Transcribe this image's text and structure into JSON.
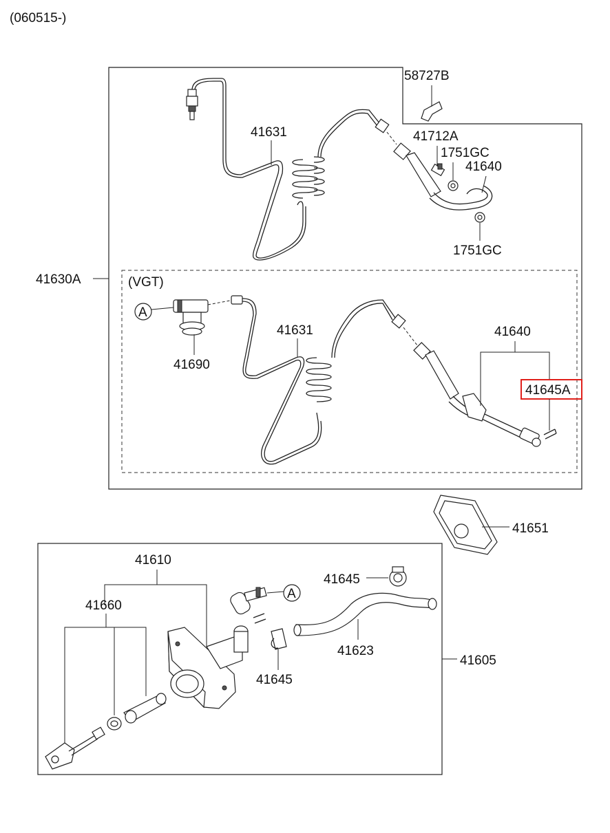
{
  "header": {
    "serial_range": "(060515-)"
  },
  "upper_group": {
    "label": "41630A",
    "vgt_label": "(VGT)"
  },
  "lower_group": {
    "label": "41605"
  },
  "callouts": {
    "c58727B": "58727B",
    "c41631_top": "41631",
    "c41712A": "41712A",
    "c1751GC_top": "1751GC",
    "c41640_top": "41640",
    "c1751GC_bottom": "1751GC",
    "c41631_vgt": "41631",
    "c41640_vgt": "41640",
    "c41690": "41690",
    "c41645A": "41645A",
    "c41651": "41651",
    "c41610": "41610",
    "c41660": "41660",
    "c41645_right": "41645",
    "c41645_mid": "41645",
    "c41623": "41623"
  },
  "connector_marks": {
    "a_vgt": "A",
    "a_lower": "A"
  },
  "highlight": {
    "color": "#e0201b",
    "target": "41645A"
  }
}
